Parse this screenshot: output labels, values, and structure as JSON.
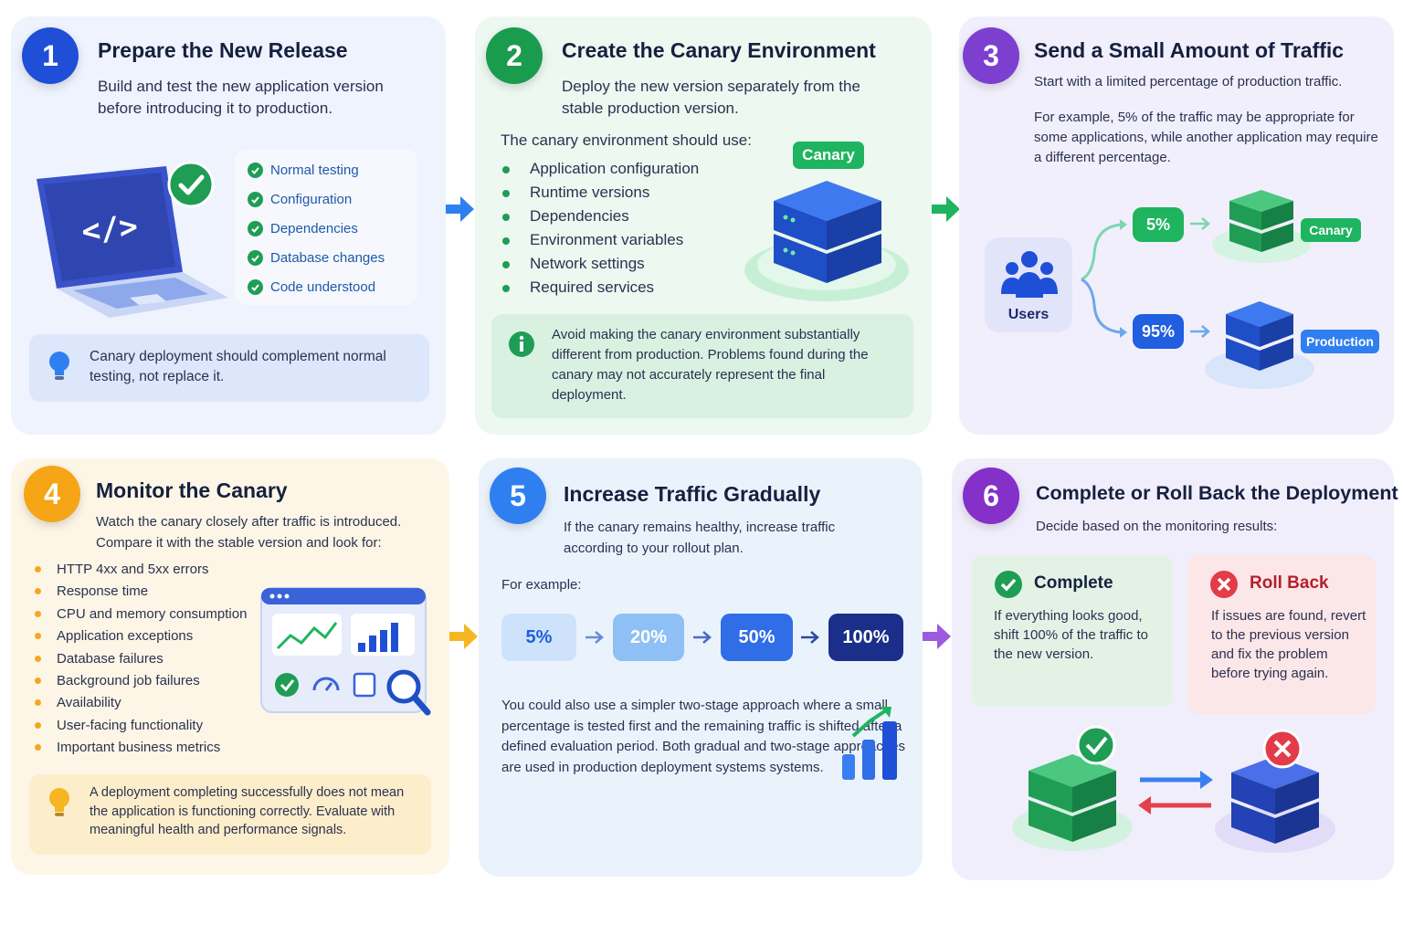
{
  "steps": [
    {
      "number": "1",
      "title": "Prepare the New Release",
      "desc": "Build and test the new application version before introducing it to production.",
      "checklist": [
        "Normal testing",
        "Configuration",
        "Dependencies",
        "Database changes",
        "Code understood"
      ],
      "tip": "Canary deployment should complement normal testing, not replace it."
    },
    {
      "number": "2",
      "title": "Create the Canary Environment",
      "desc": "Deploy the new version separately from the stable production version.",
      "list_intro": "The canary environment should use:",
      "items": [
        "Application configuration",
        "Runtime versions",
        "Dependencies",
        "Environment variables",
        "Network settings",
        "Required services"
      ],
      "server_label": "Canary",
      "note": "Avoid making the canary environment substantially different from production. Problems found during the canary may not accurately represent the final deployment."
    },
    {
      "number": "3",
      "title": "Send a Small Amount of Traffic",
      "desc": "Start with a limited percentage of production traffic.",
      "desc2": "For example, 5% of the traffic may be appropriate for some applications, while another application may require a different percentage.",
      "users_label": "Users",
      "canary_pct": "5%",
      "prod_pct": "95%",
      "canary_label": "Canary",
      "prod_label": "Production"
    },
    {
      "number": "4",
      "title": "Monitor the Canary",
      "desc": "Watch the canary closely after traffic is introduced. Compare it with the stable version and look for:",
      "items": [
        "HTTP 4xx and 5xx errors",
        "Response time",
        "CPU and memory consumption",
        "Application exceptions",
        "Database failures",
        "Background job failures",
        "Availability",
        "User-facing functionality",
        "Important business metrics"
      ],
      "tip": "A deployment completing successfully does not mean the application is functioning correctly. Evaluate with meaningful health and performance signals."
    },
    {
      "number": "5",
      "title": "Increase Traffic Gradually",
      "desc": "If the canary remains healthy, increase traffic according to your rollout plan.",
      "example_label": "For example:",
      "stages": [
        "5%",
        "20%",
        "50%",
        "100%"
      ],
      "note": "You could also use a simpler two-stage approach where a small percentage is tested first and the remaining traffic is shifted after a defined evaluation period. Both gradual and two-stage approaches are used in production deployment systems systems."
    },
    {
      "number": "6",
      "title": "Complete or Roll Back the Deployment",
      "desc": "Decide based on the monitoring results:",
      "complete_title": "Complete",
      "complete_text": "If everything looks good, shift 100% of the traffic to the new version.",
      "rollback_title": "Roll Back",
      "rollback_text": "If issues are found, revert to the previous version and fix the problem before trying again."
    }
  ],
  "colors": {
    "blue": "#1f4fd6",
    "green": "#1a9c4f",
    "purple": "#7c3fd0",
    "orange": "#f5a516",
    "lightblue": "#2f7ff0",
    "violet": "#8530c9"
  }
}
